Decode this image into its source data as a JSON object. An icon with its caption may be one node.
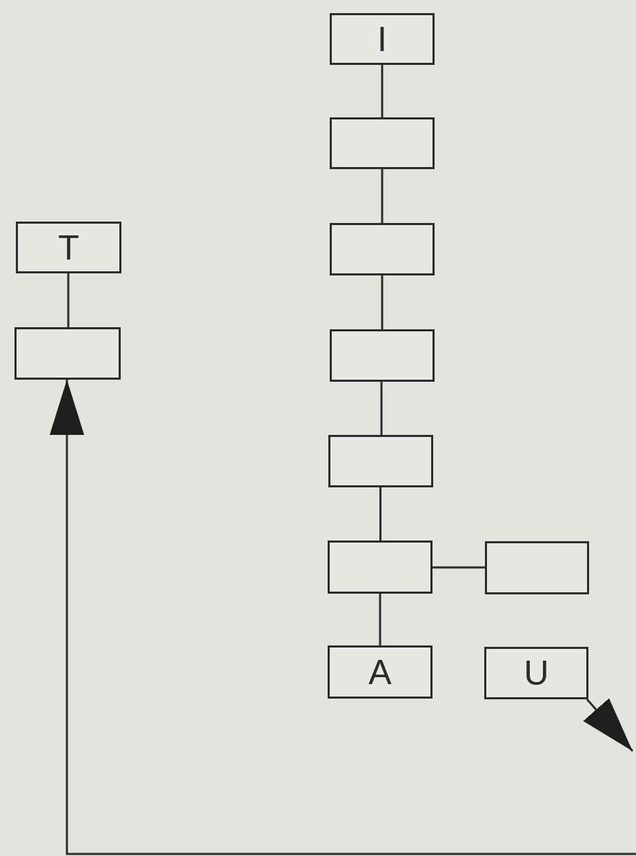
{
  "diagram": {
    "nodes": [
      {
        "text": [
          "I"
        ]
      },
      {
        "text": [],
        "shape": "box"
      },
      {
        "text": [],
        "shape": "box"
      },
      {
        "text": [],
        "shape": "box"
      },
      {
        "text": [],
        "shape": "box"
      },
      {
        "text": [],
        "shape": "box"
      },
      {
        "text": [],
        "shape": "box"
      },
      {
        "text": [
          "A"
        ]
      },
      {
        "text": [
          "U"
        ]
      },
      {
        "text": [
          "T"
        ]
      },
      {
        "text": [],
        "shape": "box"
      }
    ],
    "edges": [
      {
        "from": 0,
        "to": 1,
        "arrow": "none"
      },
      {
        "from": 1,
        "to": 2,
        "arrow": "none"
      },
      {
        "from": 2,
        "to": 3,
        "arrow": "none"
      },
      {
        "from": 3,
        "to": 4,
        "arrow": "none"
      },
      {
        "from": 4,
        "to": 5,
        "arrow": "none"
      },
      {
        "from": 5,
        "to": 6,
        "arrow": "none"
      },
      {
        "from": 5,
        "to": 7,
        "arrow": "none"
      },
      {
        "from": 9,
        "to": 10,
        "arrow": "none"
      },
      {
        "from": 8,
        "to": null,
        "arrow": "to"
      },
      {
        "from": null,
        "to": 10,
        "arrow": "to"
      }
    ]
  }
}
